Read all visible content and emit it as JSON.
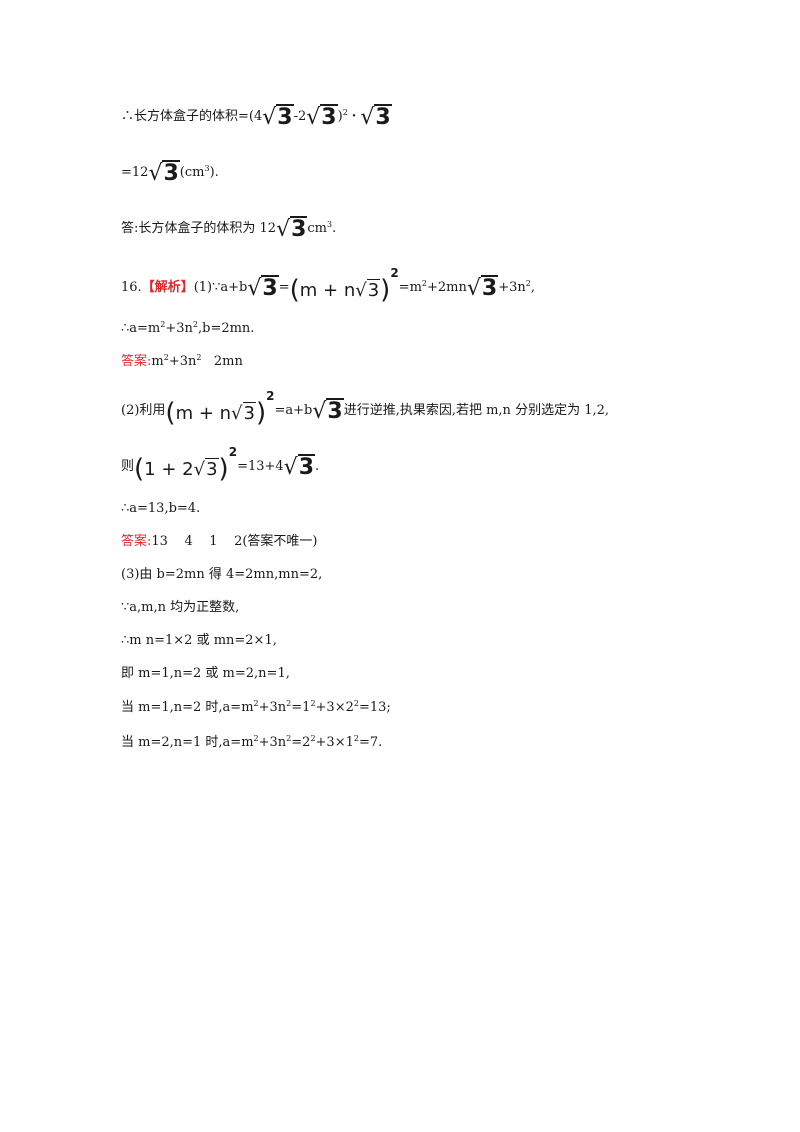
{
  "lines": {
    "l1": {
      "pre": "∴长方体盒子的体积=(4",
      "mid": "-2",
      "post": ")",
      "sup": "2",
      "dot": "·"
    },
    "l2": {
      "pre": "=12",
      "post1": "(cm",
      "sup": "3",
      "post2": ")."
    },
    "l3": {
      "pre": "答:长方体盒子的体积为 12",
      "post1": "cm",
      "sup": "3",
      "post2": "."
    },
    "l4": {
      "num": "16.",
      "tag": "【解析】",
      "pre": "(1)∵a+b",
      "eq": "=",
      "m": "m + n",
      "sup": "2",
      "post1": "=m",
      "s1": "2",
      "post2": "+2mn",
      "post3": "+3n",
      "s2": "2",
      "post4": ","
    },
    "l5": {
      "pre": "∴a=m",
      "s1": "2",
      "mid": "+3n",
      "s2": "2",
      "post": ",b=2mn."
    },
    "l6": {
      "label": "答案:",
      "pre": "m",
      "s1": "2",
      "mid": "+3n",
      "s2": "2",
      "post": "   2mn"
    },
    "l7": {
      "pre": "(2)利用",
      "m": "m + n",
      "sup": "2",
      "mid": "=a+b",
      "post": "进行逆推,执果索因,若把 m,n 分别选定为 1,2,"
    },
    "l8": {
      "pre": "则",
      "m": "1 + 2",
      "sup": "2",
      "mid": "=13+4",
      "post": "."
    },
    "l9": "∴a=13,b=4.",
    "l10": {
      "label": "答案:",
      "text": "13    4    1    2(答案不唯一)"
    },
    "l11": "(3)由 b=2mn 得 4=2mn,mn=2,",
    "l12": "∵a,m,n 均为正整数,",
    "l13": "∴m n=1×2 或 mn=2×1,",
    "l14": "即 m=1,n=2 或 m=2,n=1,",
    "l15": {
      "a": "当 m=1,n=2 时,a=m",
      "s1": "2",
      "b": "+3n",
      "s2": "2",
      "c": "=1",
      "s3": "2",
      "d": "+3×2",
      "s4": "2",
      "e": "=13;"
    },
    "l16": {
      "a": "当 m=2,n=1 时,a=m",
      "s1": "2",
      "b": "+3n",
      "s2": "2",
      "c": "=2",
      "s3": "2",
      "d": "+3×1",
      "s4": "2",
      "e": "=7."
    },
    "radicand": "3",
    "radical_sign": "√"
  }
}
